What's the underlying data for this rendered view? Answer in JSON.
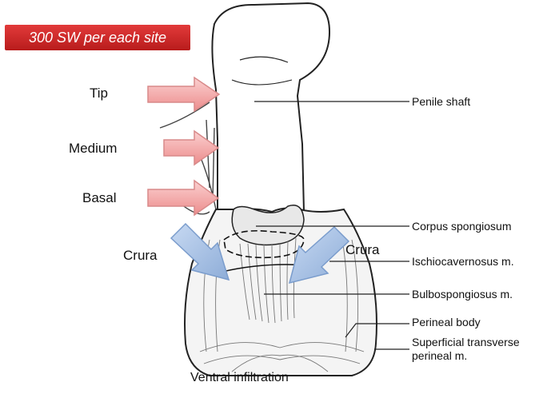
{
  "dose_badge": "300 SW per each site",
  "sites": {
    "tip": "Tip",
    "medium": "Medium",
    "basal": "Basal",
    "crura_left": "Crura",
    "crura_right": "Crura"
  },
  "structures": {
    "penile_shaft": "Penile shaft",
    "corpus_spongiosum": "Corpus spongiosum",
    "ischiocavernosus": "Ischiocavernosus m.",
    "bulbospongiosus": "Bulbospongiosus m.",
    "perineal_body": "Perineal body",
    "superficial_transverse_line1": "Superficial transverse",
    "superficial_transverse_line2": "perineal m."
  },
  "caption": "Ventral infiltration",
  "colors": {
    "badge": "#d02a2a",
    "pink_arrow": "#f3a3a3",
    "blue_arrow": "#a9c3e6"
  }
}
